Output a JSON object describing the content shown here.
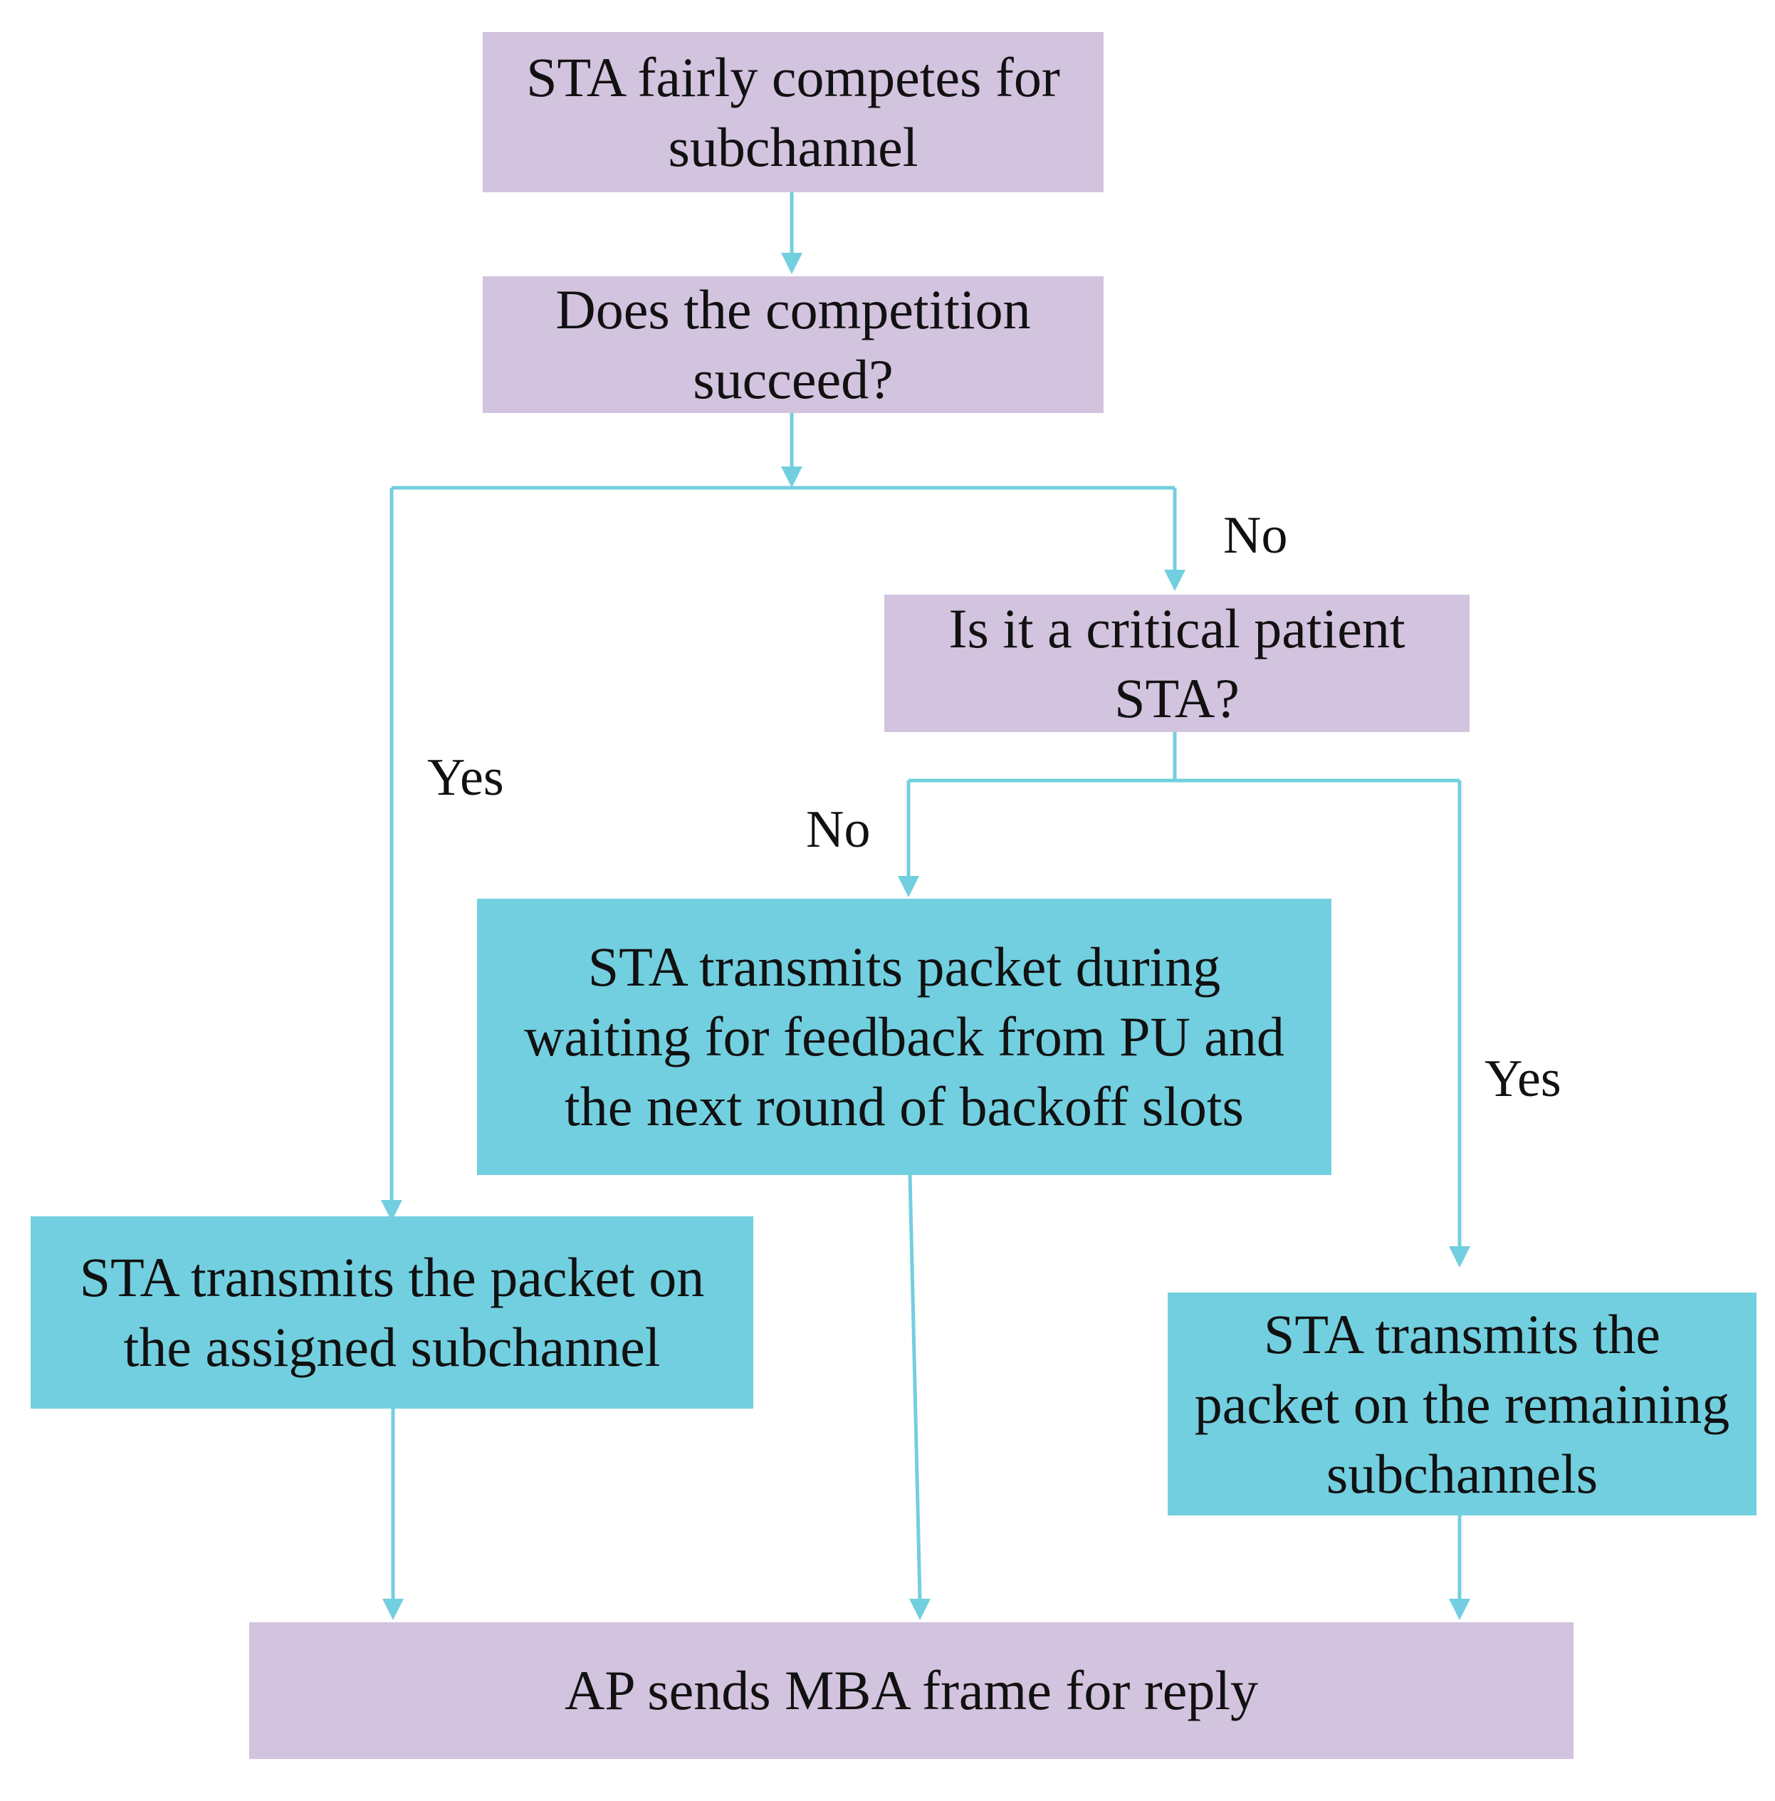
{
  "colors": {
    "purple_box": "#d2c3de",
    "cyan_box": "#72cfdf",
    "connector": "#72cfdf"
  },
  "nodes": {
    "start": {
      "lines": [
        "STA fairly competes for",
        "subchannel"
      ]
    },
    "competition_decision": {
      "lines": [
        "Does the competition",
        "succeed?"
      ]
    },
    "critical_decision": {
      "lines": [
        "Is it a critical patient",
        "STA?"
      ]
    },
    "transmit_waiting": {
      "lines": [
        "STA transmits packet during",
        "waiting for feedback from PU and",
        "the next round of backoff slots"
      ]
    },
    "transmit_assigned": {
      "lines": [
        "STA transmits the packet on",
        "the assigned subchannel"
      ]
    },
    "transmit_remaining": {
      "lines": [
        "STA transmits the",
        "packet on the remaining",
        "subchannels"
      ]
    },
    "end": {
      "lines": [
        "AP sends MBA frame for reply"
      ]
    }
  },
  "edge_labels": {
    "competition_no": "No",
    "competition_yes": "Yes",
    "critical_no": "No",
    "critical_yes": "Yes"
  }
}
